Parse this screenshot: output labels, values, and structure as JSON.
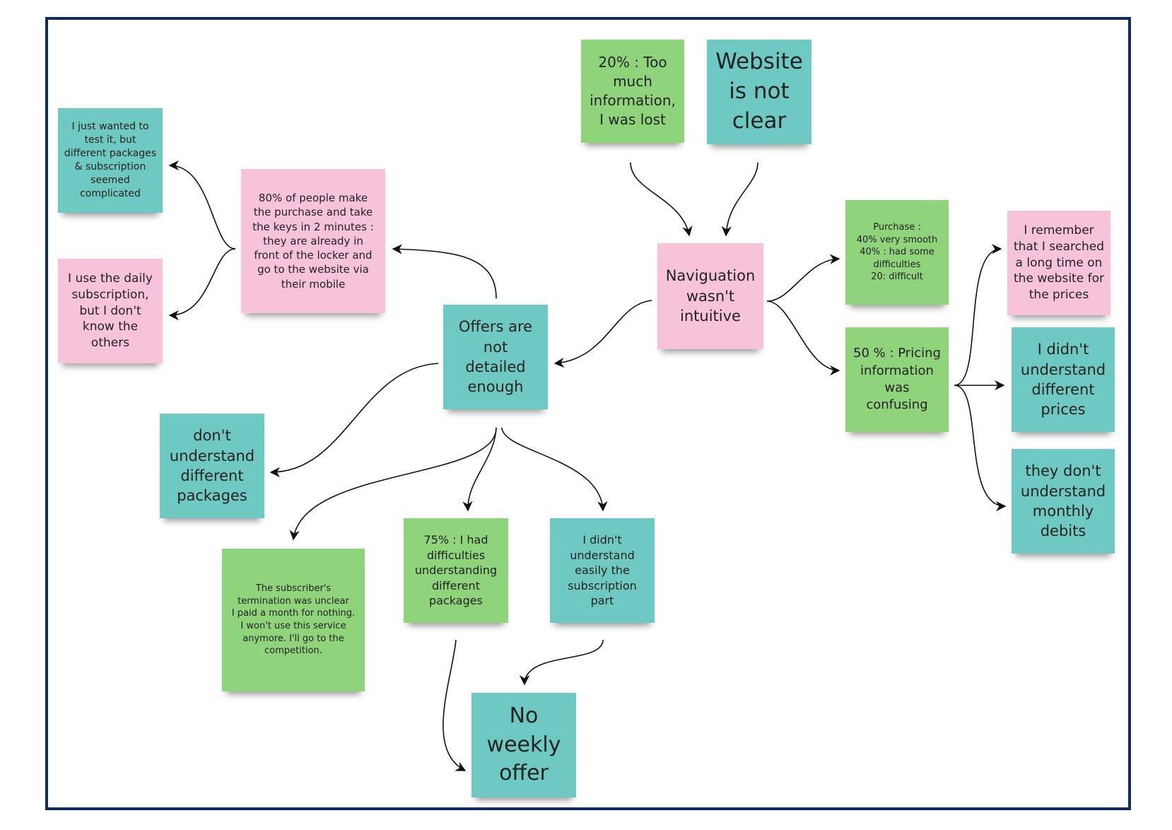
{
  "colors": {
    "teal": "#6ec9c2",
    "pink": "#f7c3d8",
    "green": "#8fd47a",
    "border": "#102a5c",
    "line": "#111111"
  },
  "notes": {
    "too_much_information": {
      "text": "20% : Too\nmuch\ninformation,\nI was lost",
      "color": "green"
    },
    "website_not_clear": {
      "text": "Website\nis not\nclear",
      "color": "teal"
    },
    "just_wanted_to_test": {
      "text": "I just wanted to\ntest it, but\ndifferent packages\n& subscription\nseemed\ncomplicated",
      "color": "teal"
    },
    "daily_subscription": {
      "text": "I use the daily\nsubscription,\nbut I don't\nknow the\nothers",
      "color": "pink"
    },
    "purchase_in_2_minutes": {
      "text": "80% of people make\nthe purchase and take\nthe keys in 2 minutes :\nthey are already in\nfront of the locker and\ngo to the website via\ntheir mobile",
      "color": "pink"
    },
    "navigation_not_intuitive": {
      "text": "Naviguation\nwasn't\nintuitive",
      "color": "pink"
    },
    "purchase_smooth": {
      "text": "Purchase :\n40% very smooth\n40% : had some\ndifficulties\n20: difficult",
      "color": "green"
    },
    "pricing_confusing": {
      "text": "50 % : Pricing\ninformation\nwas\nconfusing",
      "color": "green"
    },
    "searched_long_time": {
      "text": "I remember\nthat I searched\na long time on\nthe website for\nthe prices",
      "color": "pink"
    },
    "didnt_understand_prices": {
      "text": "I didn't\nunderstand\ndifferent\nprices",
      "color": "teal"
    },
    "monthly_debits": {
      "text": "they don't\nunderstand\nmonthly\ndebits",
      "color": "teal"
    },
    "offers_not_detailed": {
      "text": "Offers are\nnot\ndetailed\nenough",
      "color": "teal"
    },
    "dont_understand_packages": {
      "text": "don't\nunderstand\ndifferent\npackages",
      "color": "teal"
    },
    "termination_unclear": {
      "text": "The subscriber's\ntermination was unclear\nI paid a month for nothing.\nI won't use this service\nanymore. I'll go to the\ncompetition.",
      "color": "green"
    },
    "difficulties_packages": {
      "text": "75% : I had\ndifficulties\nunderstanding\ndifferent\npackages",
      "color": "green"
    },
    "subscription_part": {
      "text": "I didn't\nunderstand\neasily the\nsubscription\npart",
      "color": "teal"
    },
    "no_weekly_offer": {
      "text": "No\nweekly\noffer",
      "color": "teal"
    }
  }
}
